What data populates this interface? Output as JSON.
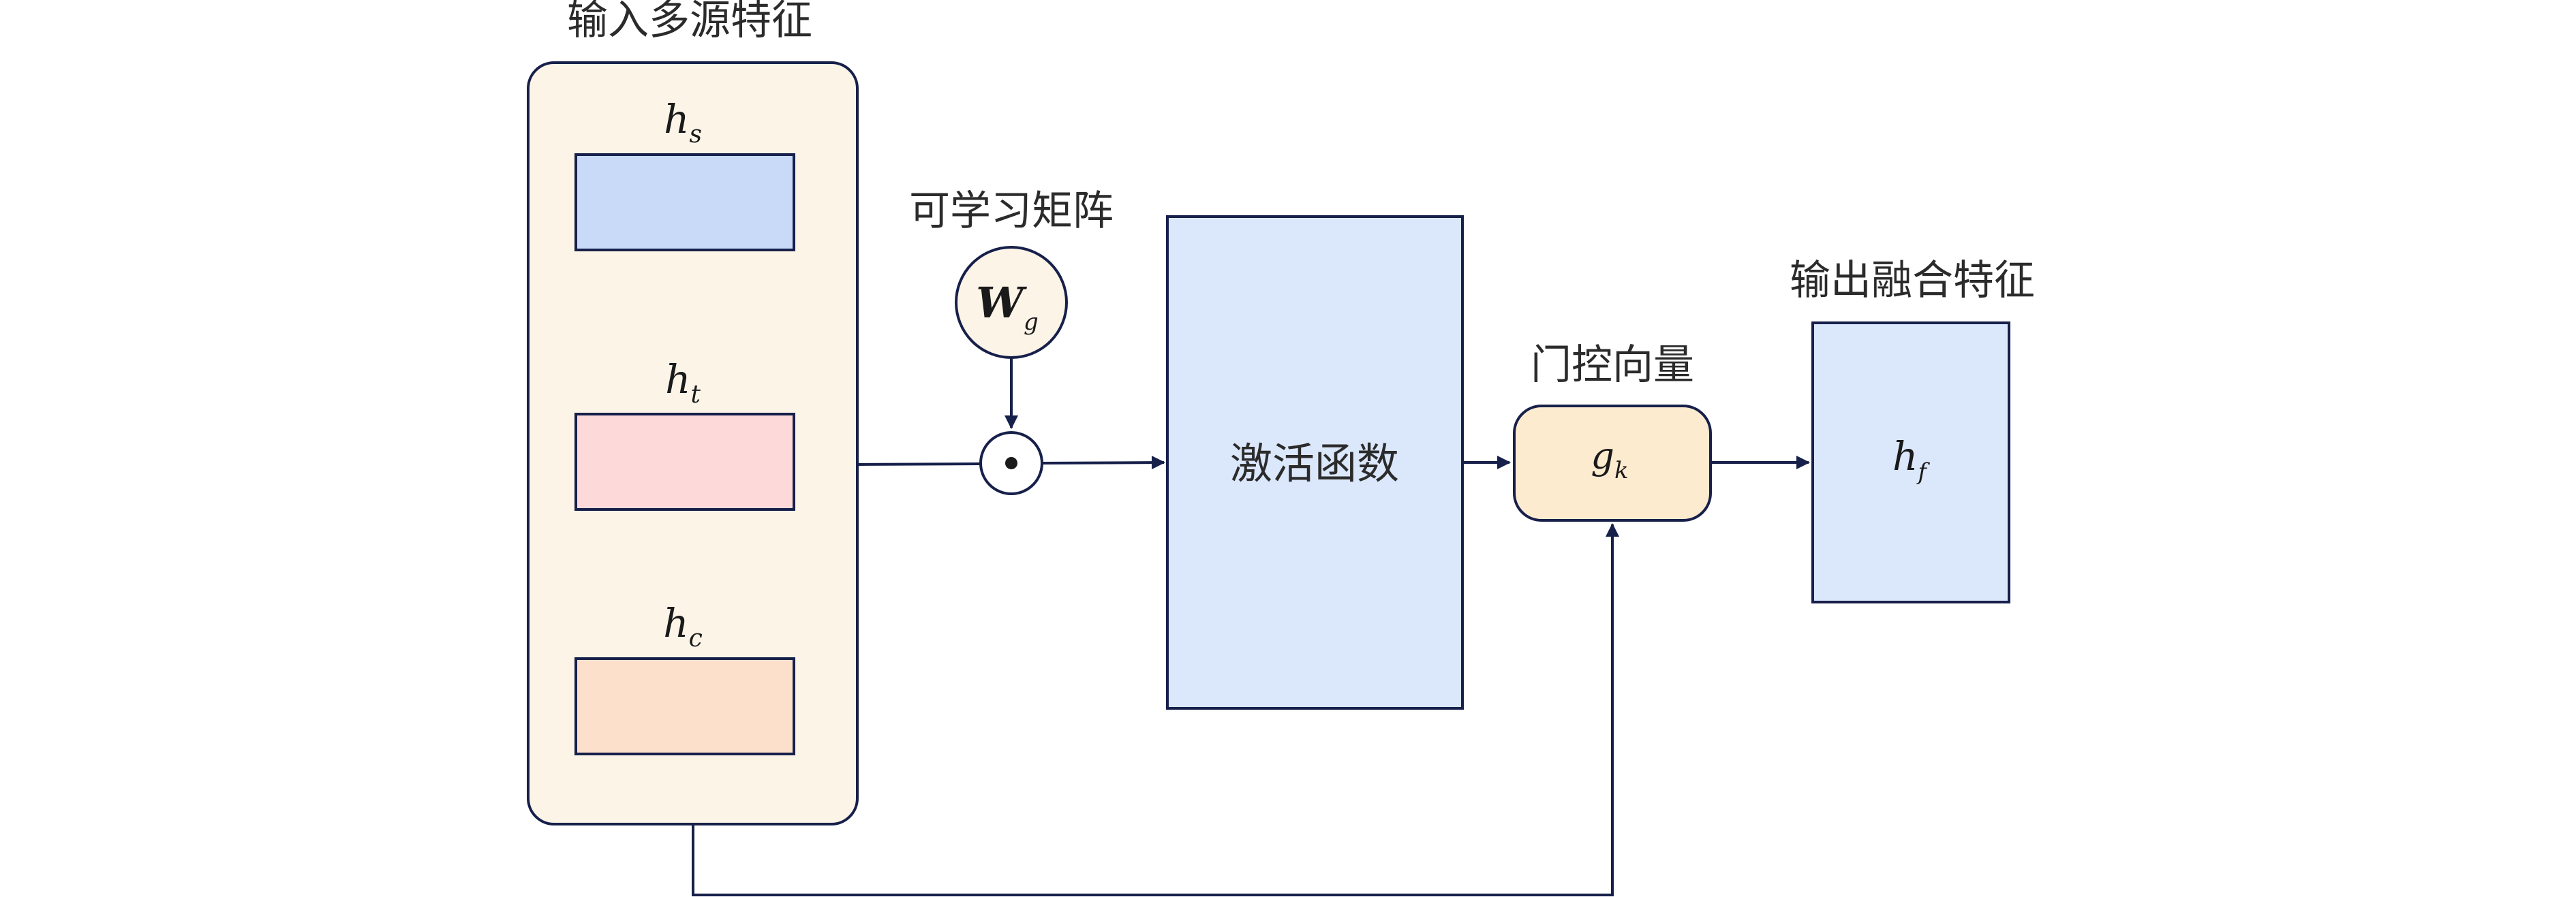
{
  "colors": {
    "stroke": "#17204a",
    "panel_fill": "#fdf4e8",
    "hs_fill": "#c8daf8",
    "ht_fill": "#fdd9da",
    "hc_fill": "#fde0cc",
    "weight_fill": "#fdf4e8",
    "activation_fill": "#dbe7fb",
    "gate_fill": "#fdebd0",
    "output_fill": "#dbe7fb"
  },
  "input_panel": {
    "title": "输入多源特征",
    "features": [
      {
        "symbol": "h",
        "subscript": "s"
      },
      {
        "symbol": "h",
        "subscript": "t"
      },
      {
        "symbol": "h",
        "subscript": "c"
      }
    ]
  },
  "weight": {
    "title": "可学习矩阵",
    "symbol": "W",
    "subscript": "g"
  },
  "hadamard_operator": "⊙",
  "activation": {
    "label": "激活函数"
  },
  "gate": {
    "title": "门控向量",
    "symbol": "g",
    "subscript": "k"
  },
  "output": {
    "title": "输出融合特征",
    "symbol": "h",
    "subscript": "f"
  }
}
